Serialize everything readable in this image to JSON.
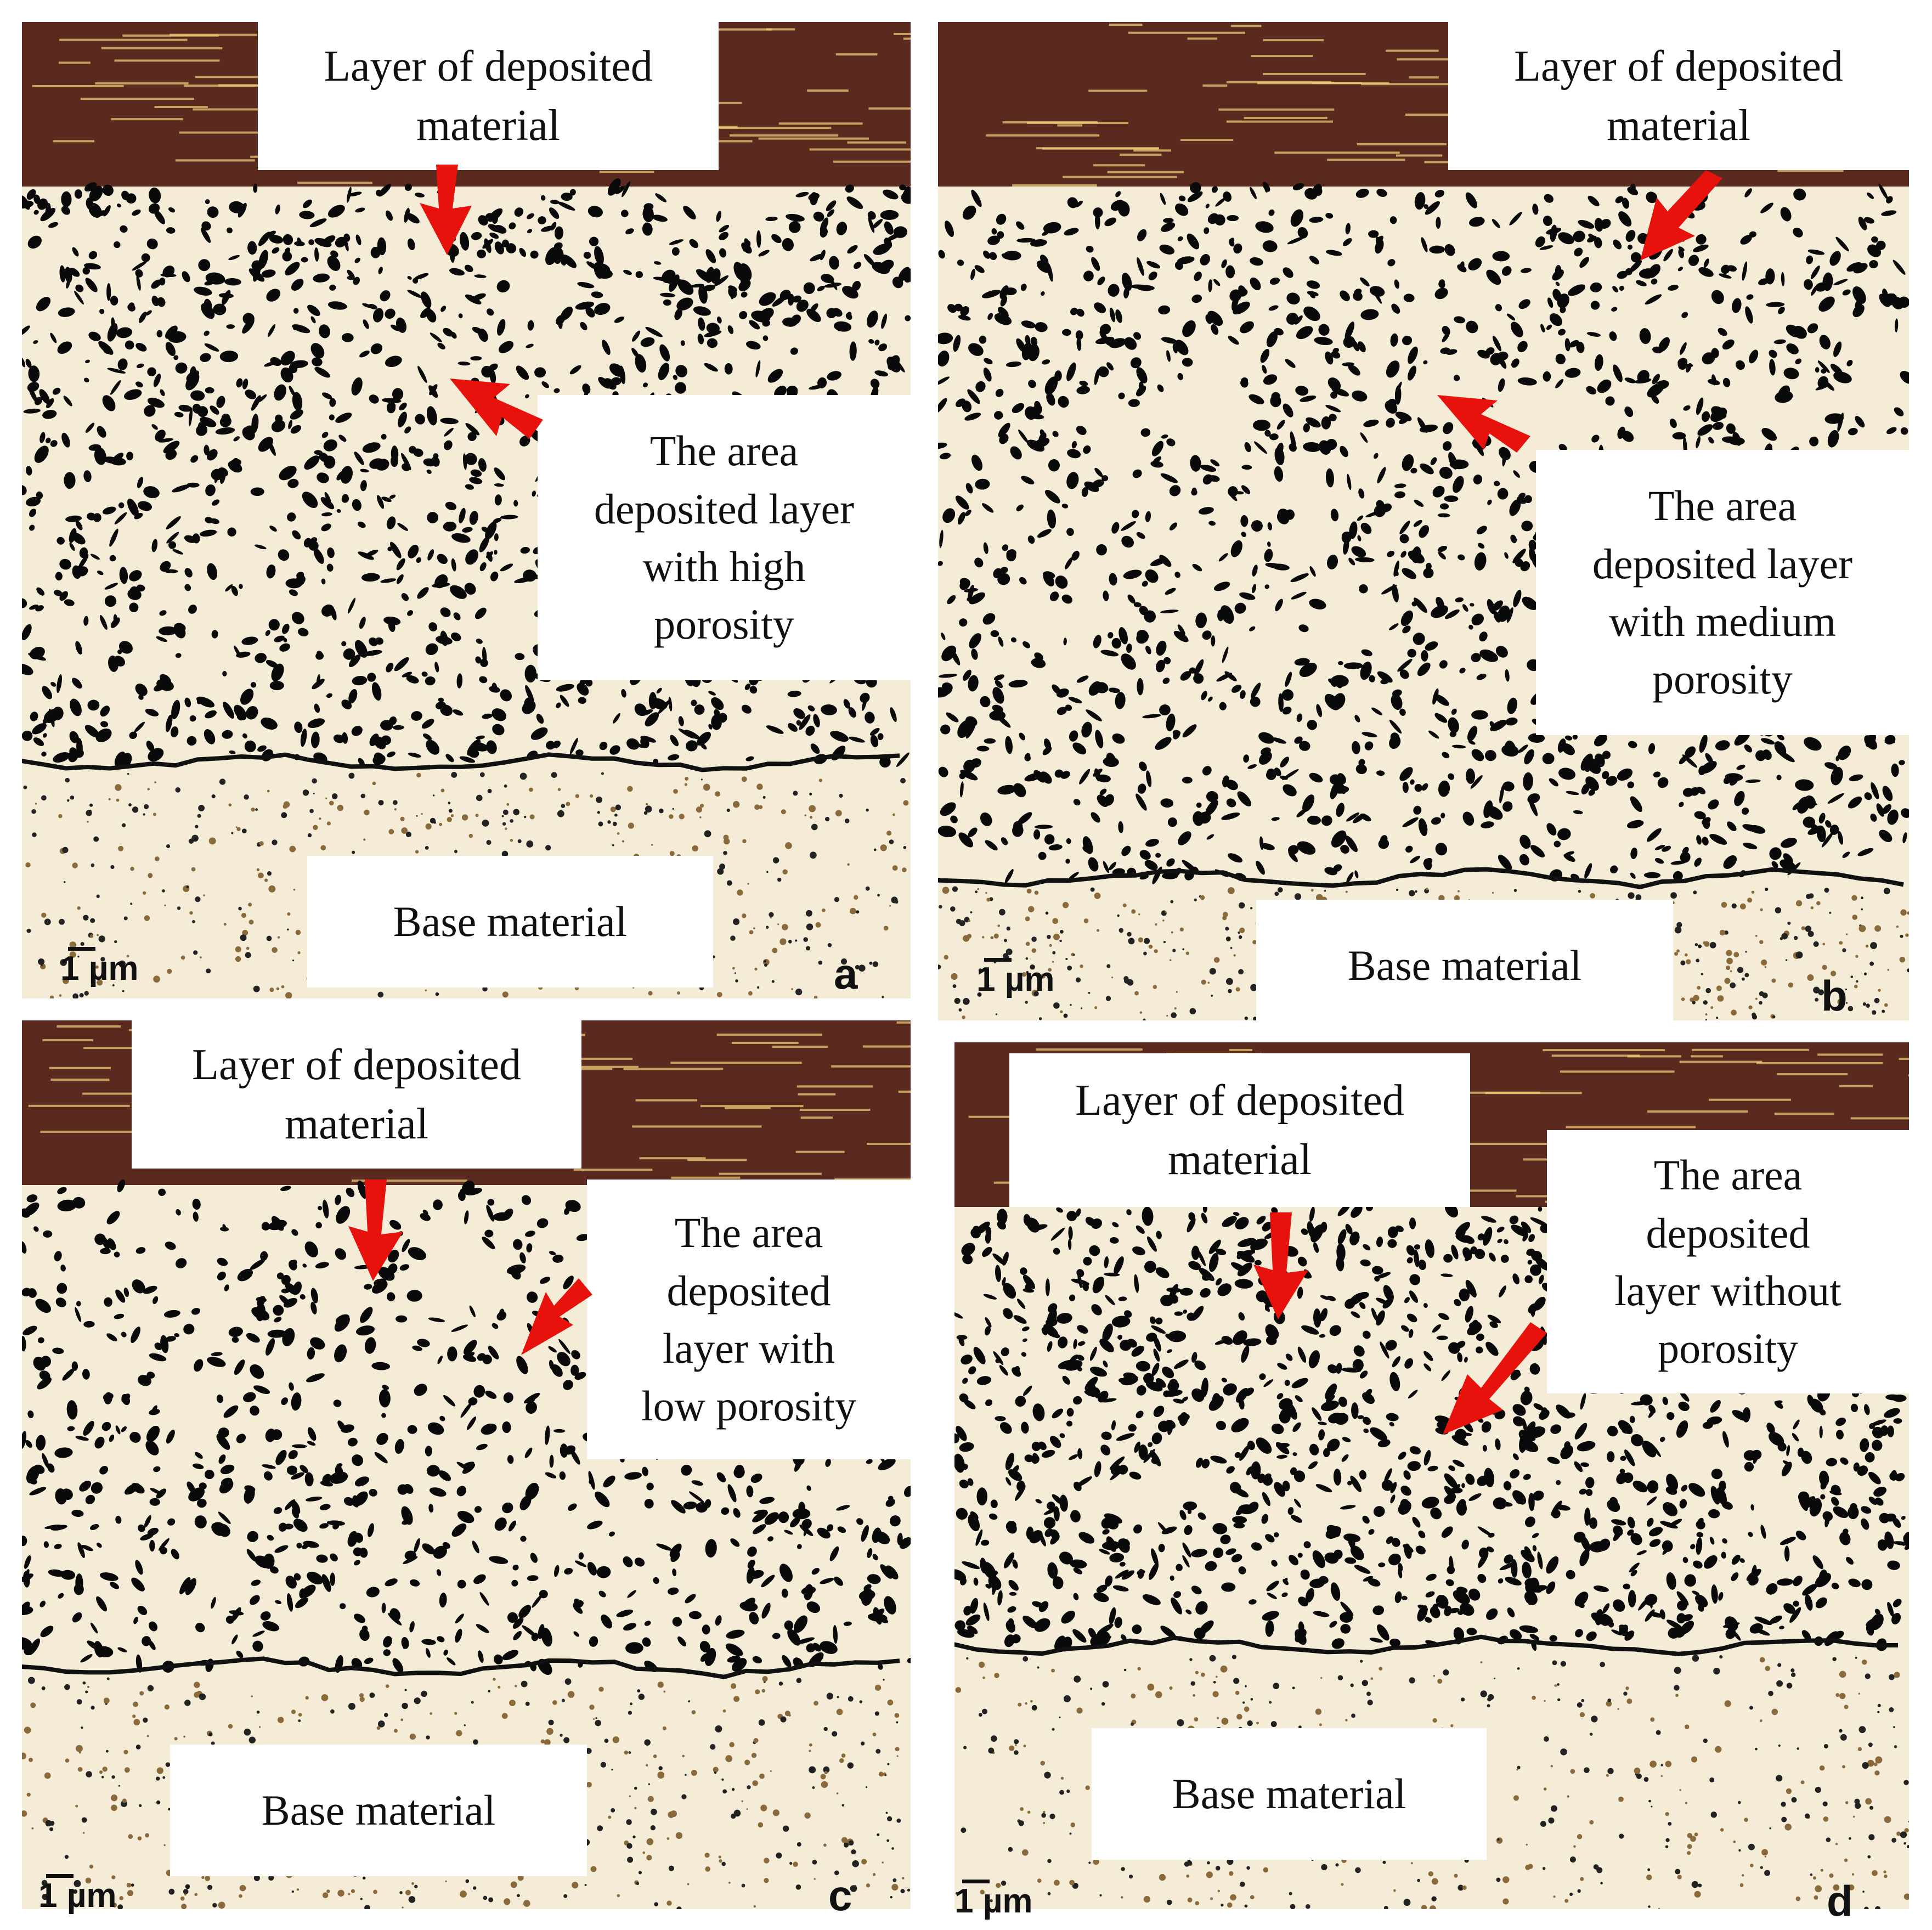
{
  "colors": {
    "arrow": "#e8120c",
    "pore": "#0a0a0a",
    "matrix": "#f5ecd8",
    "deposit_top": "#5b2a1e"
  },
  "panels": [
    {
      "letter": "a",
      "scale": "1 µm",
      "deposit_label": "Layer of deposited\nmaterial",
      "area_label": "The area\ndeposited layer\nwith high\nporosity",
      "base_label": "Base material"
    },
    {
      "letter": "b",
      "scale": "1 µm",
      "deposit_label": "Layer of deposited\nmaterial",
      "area_label": "The area\ndeposited layer\nwith medium\nporosity",
      "base_label": "Base material"
    },
    {
      "letter": "c",
      "scale": "1 µm",
      "deposit_label": "Layer of deposited\nmaterial",
      "area_label": "The area\ndeposited\nlayer with\nlow porosity",
      "base_label": "Base material"
    },
    {
      "letter": "d",
      "scale": "1 µm",
      "deposit_label": "Layer of deposited\nmaterial",
      "area_label": "The area\ndeposited\nlayer without\nporosity",
      "base_label": "Base material"
    }
  ]
}
